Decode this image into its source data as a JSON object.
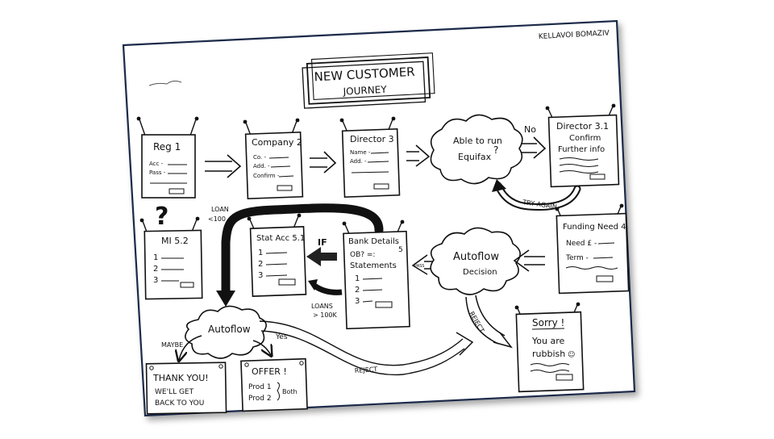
{
  "header_scribble": "KELLAVOI BOMAZIV",
  "title": {
    "line1": "NEW CUSTOMER",
    "line2": "JOURNEY"
  },
  "cards": {
    "reg1": {
      "title": "Reg 1",
      "fields": [
        "Acc -",
        "Pass -"
      ]
    },
    "company2": {
      "title": "Company 2",
      "fields": [
        "Co. -",
        "Add. -",
        "Confirm -"
      ]
    },
    "director3": {
      "title": "Director 3",
      "fields": [
        "Name -",
        "Add. -"
      ]
    },
    "director31": {
      "title1": "Director 3.1",
      "title2": "Confirm",
      "title3": "Further info"
    },
    "fundingneed4": {
      "title": "Funding Need 4",
      "fields": [
        "Need £ -",
        "Term -"
      ]
    },
    "bankdetails5": {
      "title": "Bank Details",
      "num": "5",
      "ob": "OB? =:",
      "statements": "Statements",
      "rows": [
        "1",
        "2",
        "3"
      ]
    },
    "statacc51": {
      "title": "Stat Acc 5.1",
      "rows": [
        "1",
        "2",
        "3"
      ]
    },
    "mi52": {
      "title": "MI 5.2",
      "rows": [
        "1",
        "2",
        "3"
      ]
    },
    "sorry": {
      "title": "Sorry !",
      "line1": "You are",
      "line2": "rubbish"
    },
    "thankyou": {
      "line1": "THANK YOU!",
      "line2": "WE'LL GET",
      "line3": "BACK TO YOU"
    },
    "offer": {
      "title": "OFFER !",
      "prod1": "Prod 1",
      "prod2": "Prod 2",
      "both": "Both"
    }
  },
  "clouds": {
    "equifax": {
      "line1": "Able to run",
      "line2": "Equifax",
      "mark": "?"
    },
    "autoflow_decision": {
      "line1": "Autoflow",
      "line2": "Decision"
    },
    "autoflow": {
      "label": "Autoflow"
    }
  },
  "labels": {
    "no": "No",
    "try_again": "TRY AGAIN",
    "loan": "LOAN",
    "loan_amt": "<100",
    "if": "IF",
    "loans_gt": "LOANS",
    "loans_amt": "> 100K",
    "pass": "PASS",
    "reject1": "REJECT",
    "reject2": "REJECT",
    "maybe": "MAYBE",
    "yes": "Yes",
    "question": "?"
  }
}
